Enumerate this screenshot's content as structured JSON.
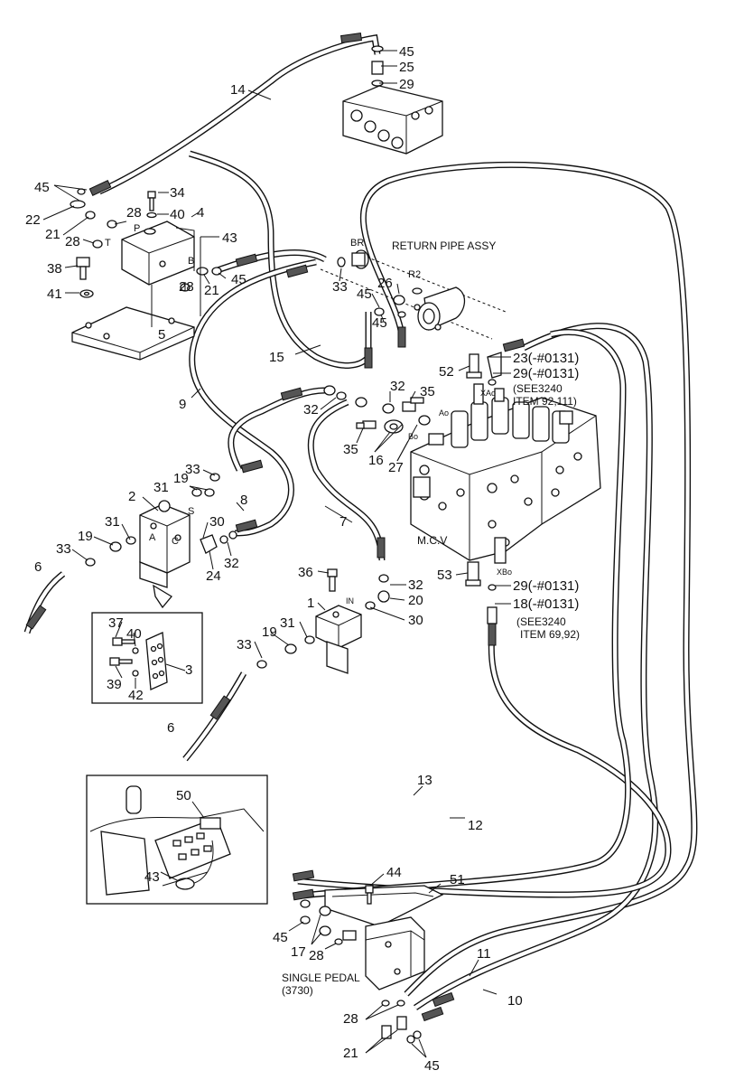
{
  "labels": {
    "return_pipe": "RETURN PIPE ASSY",
    "mcv": "M.C.V",
    "single_pedal": "SINGLE PEDAL",
    "single_pedal_ref": "(3730)",
    "see_upper_1": "(SEE3240",
    "see_upper_2": "ITEM 92,111)",
    "see_lower_1": "(SEE3240",
    "see_lower_2": "ITEM 69,92)",
    "port_br": "BR",
    "port_r2": "R2",
    "port_p": "P",
    "port_t": "T",
    "port_b": "B",
    "port_a": "A",
    "port_c": "C",
    "port_s": "S",
    "port_in": "IN",
    "port_xa": "XAo",
    "port_xb": "XBo",
    "port_ao": "Ao",
    "port_bo": "Bo"
  },
  "callouts": {
    "c45a": "45",
    "c25": "25",
    "c29a": "29",
    "c14": "14",
    "c45b": "45",
    "c34": "34",
    "c22": "22",
    "c28a": "28",
    "c40a": "40",
    "c4": "4",
    "c21a": "21",
    "c28b": "28",
    "c43a": "43",
    "c38": "38",
    "c28c": "28",
    "c21b": "21",
    "c45c": "45",
    "c41": "41",
    "c5": "5",
    "c33a": "33",
    "c26": "26",
    "c45d": "45",
    "c45e": "45",
    "c15": "15",
    "c52": "52",
    "c23": "23(-#0131)",
    "c29b": "29(-#0131)",
    "c9": "9",
    "c32a": "32",
    "c35a": "35",
    "c32b": "32",
    "c35b": "35",
    "c16": "16",
    "c27": "27",
    "c33b": "33",
    "c31a": "31",
    "c19a": "19",
    "c2": "2",
    "c8": "8",
    "c31b": "31",
    "c30a": "30",
    "c33c": "33",
    "c19b": "19",
    "c24": "24",
    "c32c": "32",
    "c6a": "6",
    "c7": "7",
    "c36": "36",
    "c32d": "32",
    "c20": "20",
    "c30b": "30",
    "c1": "1",
    "c53": "53",
    "c29c": "29(-#0131)",
    "c18": "18(-#0131)",
    "c37": "37",
    "c40b": "40",
    "c3": "3",
    "c39": "39",
    "c42": "42",
    "c19c": "19",
    "c31c": "31",
    "c33d": "33",
    "c6b": "6",
    "c13": "13",
    "c12": "12",
    "c50": "50",
    "c43b": "43",
    "c44": "44",
    "c51": "51",
    "c45f": "45",
    "c17": "17",
    "c28d": "28",
    "c11": "11",
    "c10": "10",
    "c28e": "28",
    "c21c": "21",
    "c45g": "45"
  }
}
